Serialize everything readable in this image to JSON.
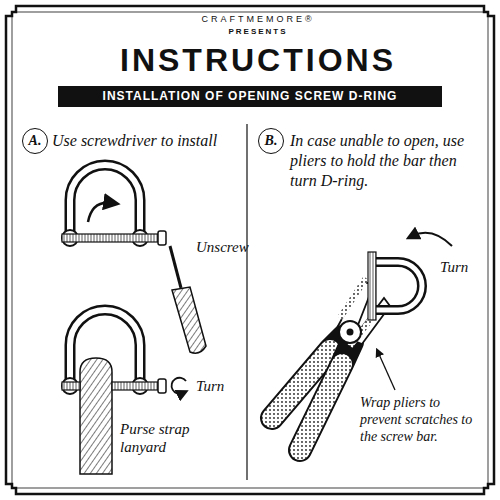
{
  "diagram": {
    "title": "INSTRUCTIONS",
    "nodes": [
      {
        "text": [
          "INSTALLATION OF OPENING SCREW D-RING"
        ]
      },
      {
        "text": [
          "A."
        ]
      },
      {
        "text": [
          "B."
        ]
      }
    ],
    "labels": [
      "CRAFTMEMORE®",
      "PRESENTS",
      "Use screwdriver to install",
      "Unscrew",
      "Turn",
      "Purse strap lanyard",
      "In case unable to open, use pliers to hold the bar then turn D-ring.",
      "Turn",
      "Wrap pliers to prevent scratches to the screw bar."
    ]
  }
}
